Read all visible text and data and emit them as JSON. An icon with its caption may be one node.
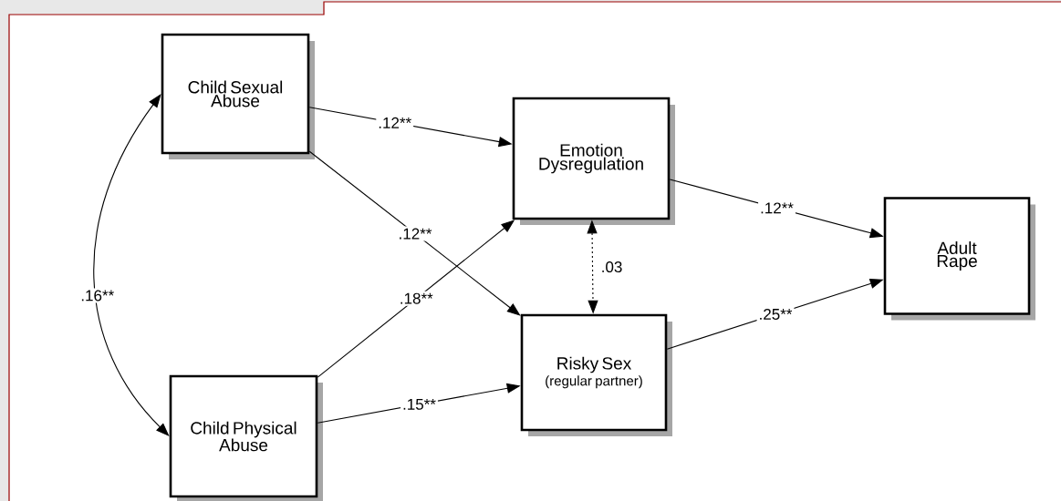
{
  "diagram": {
    "nodes": [
      {
        "text": [
          "Child Sexual Abuse"
        ]
      },
      {
        "text": [
          "Child Physical Abuse"
        ]
      },
      {
        "text": [
          "Emotion Dysregulation"
        ]
      },
      {
        "text": [
          "Risky Sex",
          "(regular partner)"
        ]
      },
      {
        "text": [
          "Adult Rape"
        ]
      }
    ],
    "edges": [
      {
        "from": 0,
        "to": 2,
        "arrow": "to",
        "label": ".12**"
      },
      {
        "from": 0,
        "to": 3,
        "arrow": "to",
        "label": ".12**"
      },
      {
        "from": 1,
        "to": 2,
        "arrow": "to",
        "label": ".18**"
      },
      {
        "from": 1,
        "to": 3,
        "arrow": "to",
        "label": ".15**"
      },
      {
        "from": 2,
        "to": 4,
        "arrow": "to",
        "label": ".12**"
      },
      {
        "from": 3,
        "to": 4,
        "arrow": "to",
        "label": ".25**"
      },
      {
        "from": 0,
        "to": 1,
        "arrow": "both",
        "label": ".16**"
      },
      {
        "from": 2,
        "to": 3,
        "arrow": "both",
        "label": ".03",
        "style": "dashed"
      }
    ]
  }
}
